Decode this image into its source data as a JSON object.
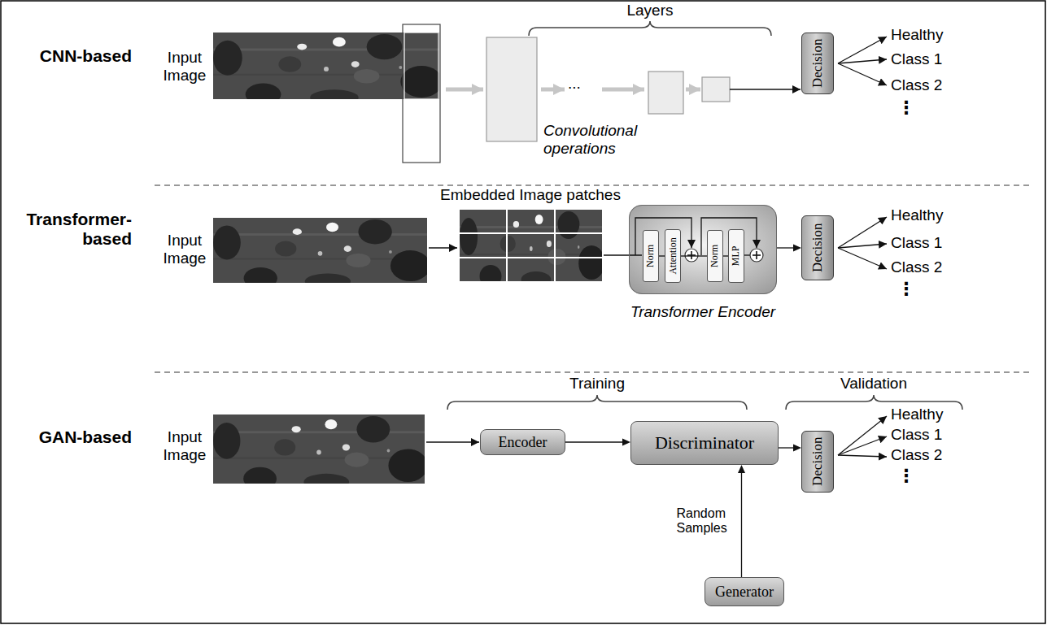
{
  "diagram": {
    "nodes": [
      {
        "text": [
          "Decision"
        ]
      },
      {
        "text": [
          "Transformer Encoder"
        ]
      },
      {
        "text": [
          "Norm"
        ],
        "in": 1
      },
      {
        "text": [
          "Attention"
        ],
        "in": 1
      },
      {
        "text": [
          "Norm"
        ],
        "in": 1
      },
      {
        "text": [
          "MLP"
        ],
        "in": 1
      },
      {
        "text": [
          "Decision"
        ]
      },
      {
        "text": [
          "Encoder"
        ]
      },
      {
        "text": [
          "Discriminator"
        ]
      },
      {
        "text": [
          "Generator"
        ]
      },
      {
        "text": [
          "Decision"
        ]
      }
    ],
    "edges": [
      {
        "from": 2,
        "to": 3,
        "arrow": "none"
      },
      {
        "from": 3,
        "to": 4,
        "arrow": "none"
      },
      {
        "from": 4,
        "to": 5,
        "arrow": "none"
      },
      {
        "from": 1,
        "to": 6,
        "arrow": "to"
      },
      {
        "from": 7,
        "to": 8,
        "arrow": "to"
      },
      {
        "from": 9,
        "to": 8,
        "arrow": "to",
        "label": "Random Samples"
      },
      {
        "from": 8,
        "to": 10,
        "arrow": "to"
      }
    ],
    "labels": [
      "CNN-based",
      "Input Image",
      "Layers",
      "...",
      "Convolutional operations",
      "Healthy",
      "Class 1",
      "Class 2",
      "⋮",
      "Transformer- based",
      "Input Image",
      "Embedded Image patches",
      "Healthy",
      "Class 1",
      "Class 2",
      "⋮",
      "GAN-based",
      "Input Image",
      "Training",
      "Validation",
      "Healthy",
      "Class 1",
      "Class 2",
      "⋮"
    ]
  }
}
